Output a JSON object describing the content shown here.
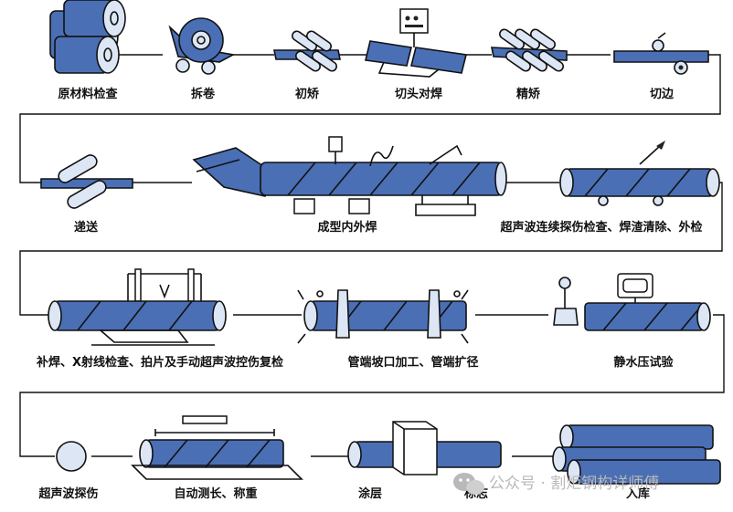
{
  "steps": {
    "s1": "原材料检查",
    "s2": "拆卷",
    "s3": "初矫",
    "s4": "切头对焊",
    "s5": "精矫",
    "s6": "切边",
    "s7": "递送",
    "s8": "成型内外焊",
    "s9": "超声波连续探伤检查、焊渣清除、外检",
    "s10": "补焊、X射线检查、拍片及手动超声波控伤复检",
    "s11": "管端坡口加工、管端扩径",
    "s12": "静水压试验",
    "s13": "超声波探伤",
    "s14": "自动测长、称重",
    "s15": "涂层",
    "s16": "标志",
    "s17": "入库"
  },
  "watermark": {
    "text": "公众号 · 割炬钢构详师傅"
  },
  "colors": {
    "pipe": "#4a6fb5",
    "outline": "#111111",
    "pipe_end": "#dde6f4",
    "watermark": "#b9b9b9"
  },
  "icons": [
    "coil-icon",
    "roller-icon",
    "pipe-icon",
    "welder-icon",
    "gauge-icon",
    "wechat-icon"
  ]
}
